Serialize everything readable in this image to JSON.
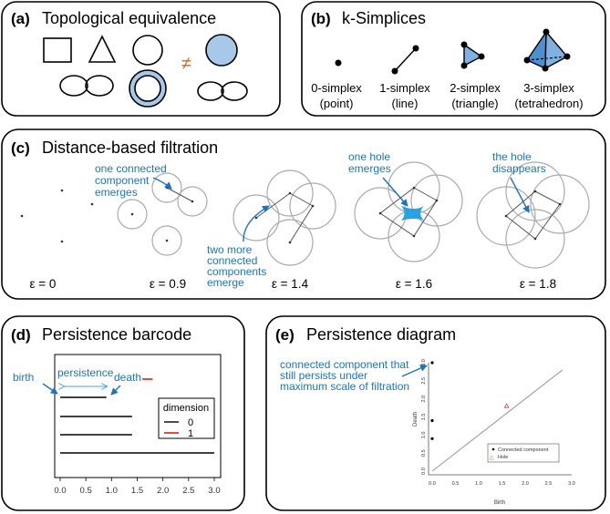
{
  "panel_a": {
    "tag": "(a)",
    "title": "Topological equivalence",
    "not_equal": "≠"
  },
  "panel_b": {
    "tag": "(b)",
    "title": "k-Simplices",
    "items": [
      {
        "name": "0-simplex",
        "desc": "(point)"
      },
      {
        "name": "1-simplex",
        "desc": "(line)"
      },
      {
        "name": "2-simplex",
        "desc": "(triangle)"
      },
      {
        "name": "3-simplex",
        "desc": "(tetrahedron)"
      }
    ]
  },
  "panel_c": {
    "tag": "(c)",
    "title": "Distance-based filtration",
    "epsilons": [
      "ε = 0",
      "ε = 0.9",
      "ε = 1.4",
      "ε = 1.6",
      "ε = 1.8"
    ],
    "annotations": {
      "one_component": [
        "one connected",
        "component",
        "emerges"
      ],
      "two_more": [
        "two more",
        "connected",
        "components",
        "emerge"
      ],
      "one_hole": [
        "one hole",
        "emerges"
      ],
      "hole_disappears": [
        "the hole",
        "disappears"
      ]
    }
  },
  "panel_d": {
    "tag": "(d)",
    "title": "Persistence barcode",
    "birth": "birth",
    "persistence": "persistence",
    "death": "death",
    "legend_title": "dimension",
    "legend_items": [
      "0",
      "1"
    ],
    "ticks": [
      "0.0",
      "0.5",
      "1.0",
      "1.5",
      "2.0",
      "2.5",
      "3.0"
    ],
    "colors": {
      "dim0": "#000000",
      "dim1": "#cc0000"
    }
  },
  "panel_e": {
    "tag": "(e)",
    "title": "Persistence diagram",
    "annotation": [
      "connected component that",
      "still persists under",
      "maximum scale of filtration"
    ],
    "xlabel": "Birth",
    "ylabel": "Death",
    "legend": [
      "Connected component",
      "Hole"
    ]
  },
  "chart_data": [
    {
      "type": "barcode",
      "title": "Persistence barcode",
      "x_ticks": [
        0.0,
        0.5,
        1.0,
        1.5,
        2.0,
        2.5,
        3.0
      ],
      "xlim": [
        0,
        3
      ],
      "series": [
        {
          "name": "0",
          "bars": [
            [
              0,
              0.9
            ],
            [
              0,
              1.4
            ],
            [
              0,
              1.4
            ],
            [
              0,
              3.0
            ]
          ]
        },
        {
          "name": "1",
          "bars": [
            [
              1.6,
              1.8
            ]
          ]
        }
      ]
    },
    {
      "type": "scatter",
      "title": "Persistence diagram",
      "xlabel": "Birth",
      "ylabel": "Death",
      "xlim": [
        0,
        3
      ],
      "ylim": [
        0,
        3
      ],
      "x_ticks": [
        0.0,
        0.5,
        1.0,
        1.5,
        2.0,
        2.5,
        3.0
      ],
      "y_ticks": [
        0.0,
        0.5,
        1.0,
        1.5,
        2.0,
        2.5,
        3.0
      ],
      "series": [
        {
          "name": "Connected component",
          "x": [
            0,
            0,
            0
          ],
          "y": [
            3.0,
            1.4,
            0.9
          ]
        },
        {
          "name": "Hole",
          "x": [
            1.6
          ],
          "y": [
            1.8
          ]
        }
      ]
    }
  ]
}
